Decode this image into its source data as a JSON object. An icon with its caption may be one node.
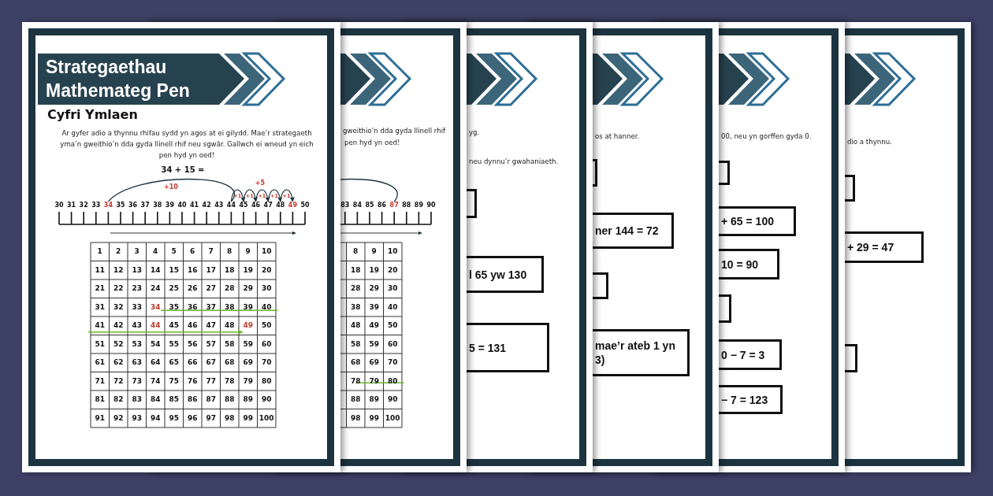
{
  "diagram": {
    "title": "Strategaethau Mathemateg Pen",
    "nodes": [
      {
        "text": [],
        "shape": "box"
      },
      {
        "text": [
          "l 65 yw 130"
        ]
      },
      {
        "text": [
          "5 = 131"
        ]
      },
      {
        "text": [],
        "shape": "box"
      },
      {
        "text": [
          "ner 144 = 72"
        ]
      },
      {
        "text": [],
        "shape": "box"
      },
      {
        "text": [
          "mae’r ateb 1 yn 3)"
        ]
      },
      {
        "text": [],
        "shape": "box"
      },
      {
        "text": [
          "+ 65 = 100"
        ]
      },
      {
        "text": [
          "10 = 90"
        ]
      },
      {
        "text": [],
        "shape": "box"
      },
      {
        "text": [
          "0 − 7 = 3"
        ]
      },
      {
        "text": [
          "− 7 = 123"
        ]
      },
      {
        "text": [],
        "shape": "box"
      },
      {
        "text": [
          "+ 29 = 47"
        ]
      },
      {
        "text": [],
        "shape": "box"
      }
    ],
    "labels": [
      "Cyfri Ymlaen",
      "Ar gyfer adio a thynnu rhifau sydd yn agos at ei gilydd. Mae’r strategaeth yma’n gweithio’n dda gyda llinell rhif neu sgwâr. Gallwch ei wneud yn eich pen hyd yn oed!",
      "34 + 15 =",
      "+10",
      "+5",
      "+1",
      "+1",
      "+1",
      "+1",
      "+1",
      "30",
      "31",
      "32",
      "33",
      "34",
      "35",
      "36",
      "37",
      "38",
      "39",
      "40",
      "41",
      "42",
      "43",
      "44",
      "45",
      "46",
      "47",
      "48",
      "49",
      "50",
      "1",
      "2",
      "3",
      "4",
      "5",
      "6",
      "7",
      "8",
      "9",
      "10",
      "11",
      "12",
      "13",
      "14",
      "15",
      "16",
      "17",
      "18",
      "19",
      "20",
      "21",
      "22",
      "23",
      "24",
      "25",
      "26",
      "27",
      "28",
      "29",
      "30",
      "31",
      "32",
      "33",
      "34",
      "35",
      "36",
      "37",
      "38",
      "39",
      "40",
      "41",
      "42",
      "43",
      "44",
      "45",
      "46",
      "47",
      "48",
      "49",
      "50",
      "51",
      "52",
      "53",
      "54",
      "55",
      "56",
      "57",
      "58",
      "59",
      "60",
      "61",
      "62",
      "63",
      "64",
      "65",
      "66",
      "67",
      "68",
      "69",
      "70",
      "71",
      "72",
      "73",
      "74",
      "75",
      "76",
      "77",
      "78",
      "79",
      "80",
      "81",
      "82",
      "83",
      "84",
      "85",
      "86",
      "87",
      "88",
      "89",
      "90",
      "91",
      "92",
      "93",
      "94",
      "95",
      "96",
      "97",
      "98",
      "99",
      "100",
      "gweithio’n dda gyda llinell rhif",
      "pen hyd yn oed!",
      "83",
      "84",
      "85",
      "86",
      "87",
      "88",
      "89",
      "90",
      "8",
      "9",
      "10",
      "18",
      "19",
      "20",
      "28",
      "29",
      "30",
      "38",
      "39",
      "40",
      "48",
      "49",
      "50",
      "58",
      "59",
      "60",
      "68",
      "69",
      "70",
      "78",
      "79",
      "80",
      "88",
      "89",
      "90",
      "98",
      "99",
      "100",
      "yg.",
      "neu dynnu’r gwahaniaeth.",
      "os at hanner.",
      "00, neu yn gorffen gyda 0.",
      "dio a thynnu."
    ]
  }
}
